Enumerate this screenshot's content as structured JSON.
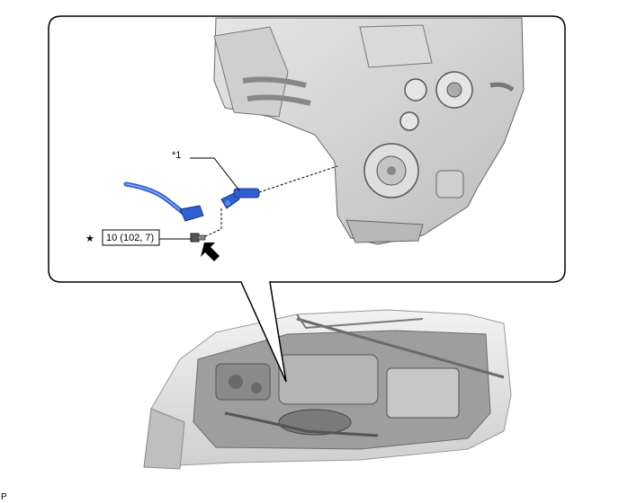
{
  "callout": {
    "part_label": "*1",
    "star_symbol": "★",
    "torque_spec": "10 (102, 7)"
  },
  "figure_code": "P",
  "colors": {
    "highlight_part": "#2f5fd0",
    "engine_gray": "#d4d4d4"
  }
}
